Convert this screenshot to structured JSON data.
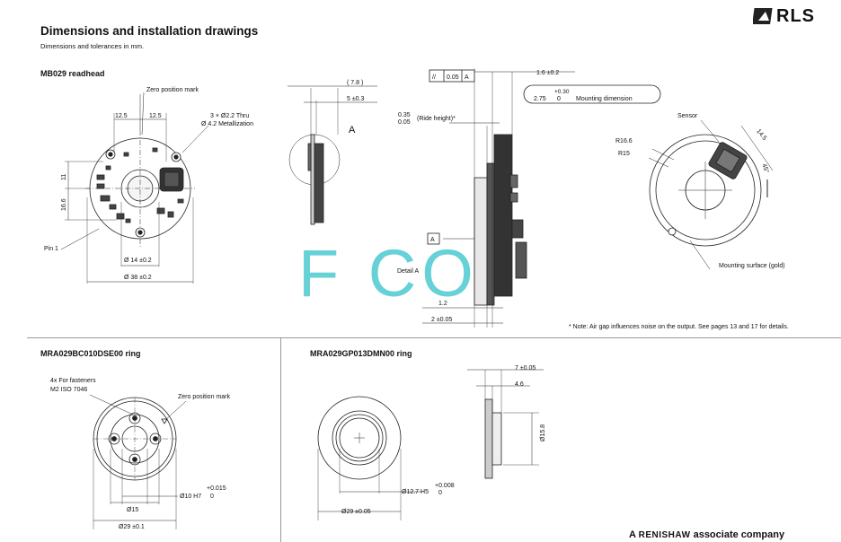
{
  "header": {
    "title": "Dimensions and installation drawings",
    "subtitle": "Dimensions and tolerances in mm.",
    "logo_text": "RLS"
  },
  "sections": {
    "readhead": {
      "title": "MB029 readhead",
      "labels": {
        "zero_mark": "Zero position mark",
        "holes": "3 × Ø2.2 Thru",
        "metal": "Ø 4.2 Metallization",
        "pin1": "Pin 1",
        "d125a": "12.5",
        "d125b": "12.5",
        "d11": "11",
        "d166": "16.6",
        "d14": "Ø 14 ±0.2",
        "d38": "Ø 38 ±0.2",
        "d78": "( 7.8 )",
        "d5": "5 ±0.3",
        "detail_a_letter": "A",
        "tol_box_sym": "//",
        "tol_box_val": "0.05",
        "tol_box_ref": "A",
        "d16": "1.6 ±0.2",
        "mount_tol": "+0.30",
        "mount_main": "2.75",
        "mount_zero": "0",
        "mount_label": "Mounting dimension",
        "ride_a": "0.35",
        "ride_b": "0.05",
        "ride_label": "(Ride height)*",
        "datum_a": "A",
        "detail_a": "Detail A",
        "d12": "1.2",
        "d2": "2 ±0.05",
        "sensor": "Sensor",
        "r166": "R16.6",
        "r15": "R15",
        "d145": "14.5",
        "angle": "45°",
        "mount_surface": "Mounting surface (gold)",
        "note": "* Note: Air gap influences noise on the output. See pages 13 and 17 for details."
      }
    },
    "ring1": {
      "title": "MRA029BC010DSE00 ring",
      "labels": {
        "fasteners": "4x For fasteners",
        "iso": "M2 ISO 7046",
        "zero_mark": "Zero position mark",
        "d15": "Ø15",
        "d10": "Ø10 H7",
        "d10_tol_up": "+0.015",
        "d10_tol_lo": "0",
        "d29": "Ø29 ±0.1"
      }
    },
    "ring2": {
      "title": "MRA029GP013DMN00 ring",
      "labels": {
        "d7": "7 ±0.05",
        "d46": "4.6",
        "d158": "Ø15.8",
        "d127": "Ø12.7 H5",
        "d127_tol_up": "+0.008",
        "d127_tol_lo": "0",
        "d29": "Ø29 ±0.05"
      }
    }
  },
  "watermark": "F CO",
  "footer": {
    "prefix": "A",
    "brand": "RENISHAW",
    "suffix": "associate company"
  }
}
